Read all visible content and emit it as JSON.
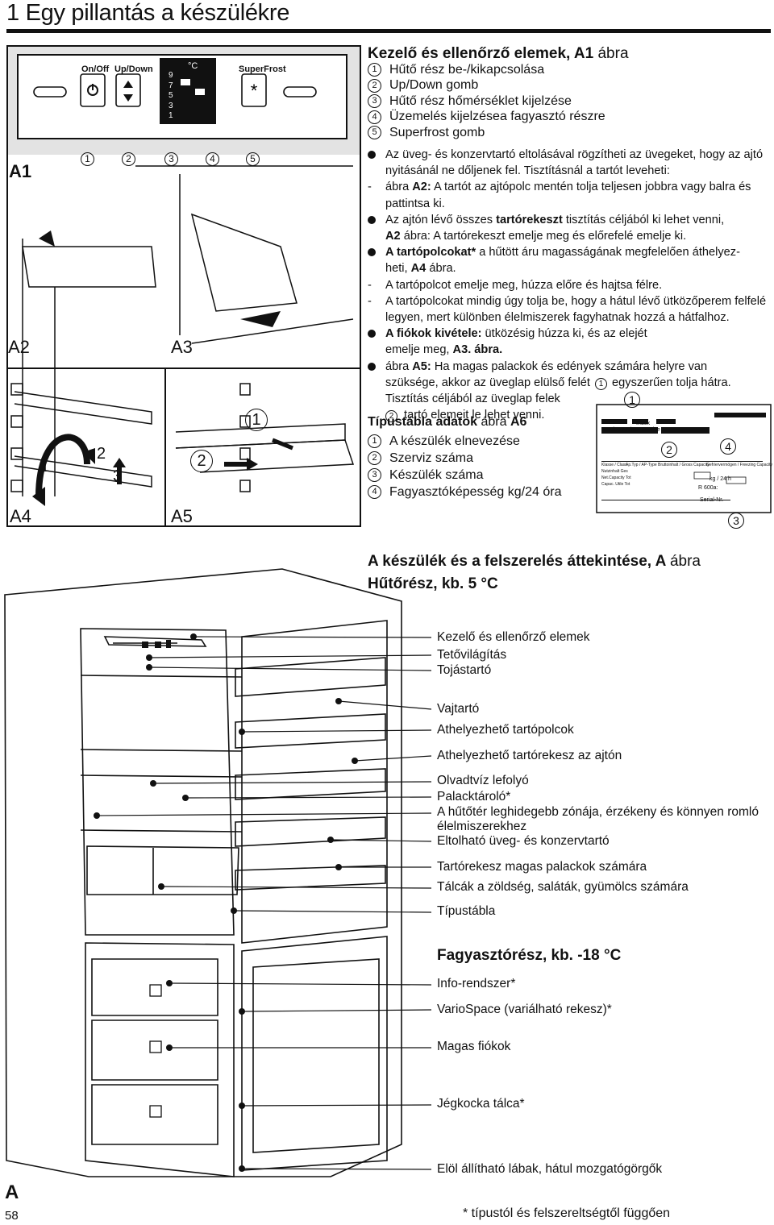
{
  "page_title": "1 Egy pillantás a készülékre",
  "panel": {
    "labels": [
      "On/Off",
      "Up/Down",
      "SuperFrost"
    ],
    "display_numbers": [
      "9",
      "7",
      "5",
      "3",
      "1"
    ],
    "unit": "°C",
    "callouts": [
      "1",
      "2",
      "3",
      "4",
      "5"
    ]
  },
  "figure_labels": {
    "a1": "A1",
    "a2": "A2",
    "a3": "A3",
    "a4": "A4",
    "a5": "A5",
    "a": "A"
  },
  "figure_small_nums": [
    "1",
    "2",
    "3",
    "1",
    "2"
  ],
  "controls": {
    "title": "Kezelő és ellenőrző elemek, A1",
    "title_suffix": "ábra",
    "items": [
      "Hűtő rész be-/kikapcsolása",
      "Up/Down gomb",
      "Hűtő rész hőmérséklet kijelzése",
      "Üzemelés kijelzésea fagyasztó részre",
      "Superfrost gomb"
    ],
    "nums": [
      "1",
      "2",
      "3",
      "4",
      "5"
    ]
  },
  "instructions": {
    "b1": "Az üveg- és konzervtartó eltolásával rögzítheti az üvegeket, hogy az ajtó nyitásánál ne dőljenek fel. Tisztításnál a tartót leveheti:",
    "d1_pre": "ábra ",
    "d1_bold": "A2:",
    "d1_post": " A tartót az ajtópolc mentén tolja teljesen jobbra vagy balra és pattintsa ki.",
    "b2_pre": "Az ajtón lévő összes ",
    "b2_bold": "tartórekeszt",
    "b2_post": " tisztítás céljából ki lehet venni,",
    "b2_l2_bold": "A2",
    "b2_l2_post": " ábra: A tartórekeszt emelje meg és előrefelé emelje ki.",
    "b3_bold": "A tartópolcokat*",
    "b3_post": " a hűtött áru magasságának megfelelően áthelyez-",
    "b3_l2_pre": "heti, ",
    "b3_l2_bold": "A4",
    "b3_l2_post": " ábra.",
    "d2": "A tartópolcot emelje meg, húzza előre és hajtsa félre.",
    "d3": "A tartópolcokat mindig úgy tolja be, hogy a hátul lévő ütközőperem felfelé legyen, mert különben élelmiszerek fagyhatnak hozzá a hátfalhoz.",
    "b4_bold": "A fiókok kivétele:",
    "b4_post": " ütközésig húzza ki, és az elejét",
    "b4_l2_pre": "emelje meg, ",
    "b4_l2_bold": "A3. ábra.",
    "b5_pre": "ábra ",
    "b5_bold": "A5:",
    "b5_post": " Ha magas palackok és edények számára helyre van",
    "b5_l2_pre": "szüksége, akkor az üveglap elülső felét ",
    "b5_l2_num": "1",
    "b5_l2_post": " egyszerűen tolja hátra.",
    "b5_l3": "Tisztítás céljából az üveglap felek",
    "b5_l4_num": "2",
    "b5_l4_post": " tartó elemeit le lehet venni."
  },
  "typeplate": {
    "title_bold": "Típustábla adatok",
    "title_suffix": " ábra ",
    "title_fig": "A6",
    "items": [
      "A készülék elnevezése",
      "Szerviz száma",
      "Készülék száma",
      "Fagyasztóképesség kg/24 óra"
    ],
    "nums": [
      "1",
      "2",
      "3",
      "4"
    ],
    "plate_texts": [
      "Index",
      "Service-Nr./No. Service",
      "Serial-Nr.",
      "kg / 24 h",
      "R 600a:"
    ],
    "callouts": [
      "1",
      "2",
      "3",
      "4"
    ]
  },
  "overview": {
    "title": "A készülék és a felszerelés áttekintése, A",
    "title_suffix": "ábra",
    "fridge_title": "Hűtőrész, kb. 5 °C",
    "fridge_labels": [
      "Kezelő és ellenőrző elemek",
      "Tetővilágítás",
      "Tojástartó",
      "Vajtartó",
      "Athelyezhető tartópolcok",
      "Athelyezhető tartórekesz az ajtón",
      "Olvadtvíz lefolyó",
      "Palacktároló*",
      "A hűtőtér leghidegebb zónája, érzékeny és könnyen romló élelmiszerekhez",
      "Eltolható üveg- és konzervtartó",
      "Tartórekesz magas palackok számára",
      "Tálcák a zöldség, saláták, gyümölcs számára",
      "Típustábla"
    ],
    "freezer_title": "Fagyasztórész, kb. -18 °C",
    "freezer_labels": [
      "Info-rendszer*",
      "VarioSpace (variálható rekesz)*",
      "Magas fiókok",
      "Jégkocka tálca*",
      "Elöl állítható lábak, hátul mozgatógörgők"
    ]
  },
  "page_number": "58",
  "footnote": "* típustól és felszereltségtől függően"
}
